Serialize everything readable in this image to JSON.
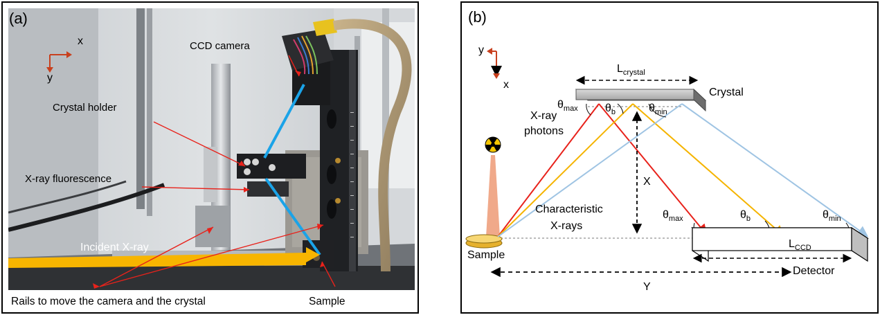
{
  "panel_a": {
    "label": "(a)",
    "axis_x": "x",
    "axis_y": "y",
    "labels": {
      "ccd_camera": "CCD camera",
      "crystal_holder": "Crystal holder",
      "xray_fluorescence": "X-ray fluorescence",
      "incident_xray": "Incident X-ray"
    },
    "caption_left": "Rails to move the camera and the crystal",
    "caption_right": "Sample"
  },
  "panel_b": {
    "label": "(b)",
    "axis_x": "x",
    "axis_y": "y",
    "l_crystal": "L",
    "l_crystal_sub": "crystal",
    "crystal": "Crystal",
    "theta_max": "θ",
    "max_sub": "max",
    "theta_b": "θ",
    "b_sub": "b",
    "theta_min": "θ",
    "min_sub": "min",
    "xray_photons_1": "X-ray",
    "xray_photons_2": "photons",
    "x_label": "X",
    "characteristic_1": "Characteristic",
    "characteristic_2": "X-rays",
    "l_ccd": "L",
    "l_ccd_sub": "CCD",
    "sample": "Sample",
    "detector": "Detector",
    "y_label": "Y"
  },
  "colors": {
    "red": "#e8221b",
    "orange": "#f5b400",
    "blue": "#9fc4e3",
    "beam_blue": "#1aa3e8",
    "axis_red": "#c8401e",
    "yellow_beam": "#f7b500"
  }
}
